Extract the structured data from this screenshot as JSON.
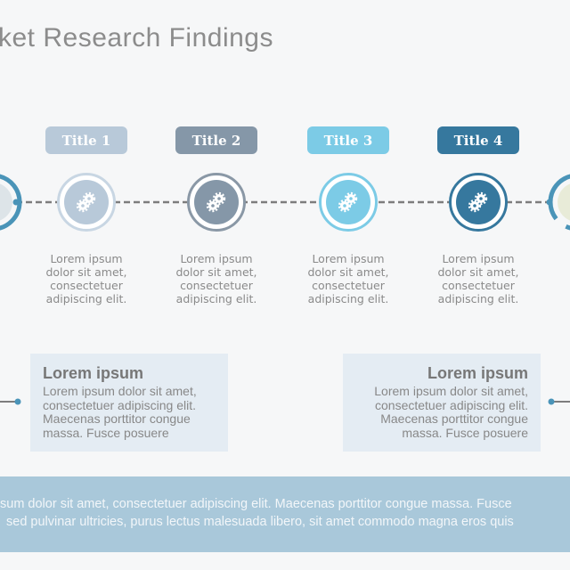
{
  "title": "ket Research Findings",
  "steps": [
    {
      "title": "Title 1",
      "text": [
        "Lorem ipsum",
        "dolor sit amet,",
        "consectetuer",
        "adipiscing elit."
      ],
      "color": "#b8c9d9",
      "ring": "#c8d6e3"
    },
    {
      "title": "Title 2",
      "text": [
        "Lorem ipsum",
        "dolor sit amet,",
        "consectetuer",
        "adipiscing elit."
      ],
      "color": "#8597a8",
      "ring": "#8a98a6"
    },
    {
      "title": "Title 3",
      "text": [
        "Lorem ipsum",
        "dolor sit amet,",
        "consectetuer",
        "adipiscing elit."
      ],
      "color": "#7ccbe6",
      "ring": "#7ccbe6"
    },
    {
      "title": "Title 4",
      "text": [
        "Lorem ipsum",
        "dolor sit amet,",
        "consectetuer",
        "adipiscing elit."
      ],
      "color": "#36789e",
      "ring": "#36789e"
    }
  ],
  "boxes": [
    {
      "heading": "Lorem ipsum",
      "lines": [
        "Lorem ipsum  dolor sit amet,",
        "consectetuer adipiscing  elit.",
        "Maecenas porttitor congue",
        "massa. Fusce posuere"
      ]
    },
    {
      "heading": "Lorem ipsum",
      "lines": [
        "Lorem ipsum  dolor sit amet,",
        "consectetuer adipiscing  elit.",
        "Maecenas porttitor congue",
        "massa. Fusce posuere"
      ]
    }
  ],
  "band": {
    "line1": "sum dolor sit amet, consectetuer adipiscing elit. Maecenas porttitor congue massa. Fusce",
    "line2": "sed pulvinar ultricies, purus lectus malesuada libero, sit amet commodo magna eros quis"
  }
}
